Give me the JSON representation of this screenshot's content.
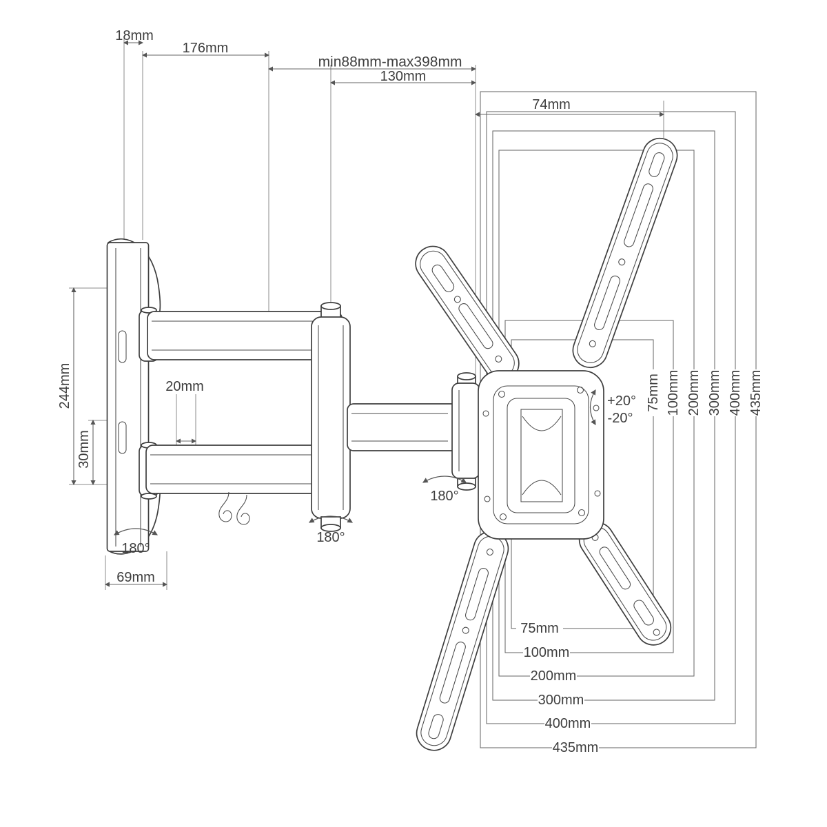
{
  "title": "TV wall mount bracket technical dimension drawing",
  "style": {
    "ink": "#3e3e3e",
    "dimension_line": "#666666",
    "background": "#ffffff"
  },
  "dims": {
    "top": {
      "d18": "18mm",
      "d176": "176mm",
      "dminmax": "min88mm-max398mm",
      "d130": "130mm",
      "d74": "74mm"
    },
    "left": {
      "d244": "244mm",
      "d30": "30mm",
      "d20": "20mm",
      "d69": "69mm"
    }
  },
  "rotation": {
    "wall": "180°",
    "elbow": "180°",
    "plate": "180°",
    "tilt_up": "+20°",
    "tilt_down": "-20°"
  },
  "vesa": {
    "right": [
      "75mm",
      "100mm",
      "200mm",
      "300mm",
      "400mm",
      "435mm"
    ],
    "bottom": [
      "75mm",
      "100mm",
      "200mm",
      "300mm",
      "400mm",
      "435mm"
    ]
  }
}
